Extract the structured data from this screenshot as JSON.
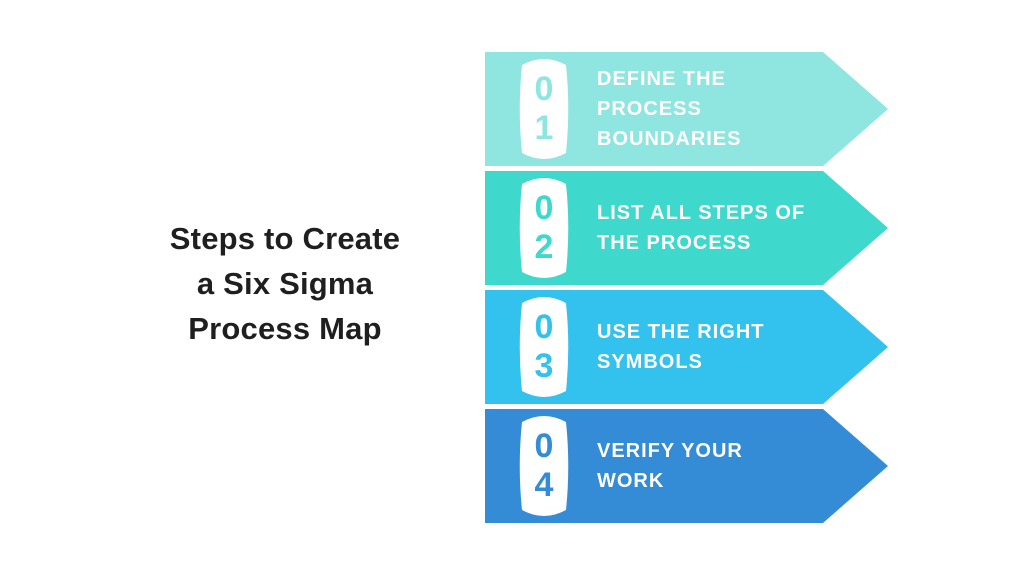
{
  "colors": {
    "background": "#FFFFFF",
    "title_text": "#1F1F1F",
    "step_label_text": "#FFFFFF",
    "pill_fill": "#FFFFFF"
  },
  "title": {
    "text": "Steps to Create a Six Sigma Process Map",
    "lines": [
      "Steps to Create",
      "a Six Sigma",
      "Process Map"
    ]
  },
  "steps": [
    {
      "number": "01",
      "digits": [
        "0",
        "1"
      ],
      "label": "DEFINE THE PROCESS BOUNDARIES",
      "lines": [
        "DEFINE THE",
        "PROCESS",
        "BOUNDARIES"
      ],
      "color": "#8FE5DF"
    },
    {
      "number": "02",
      "digits": [
        "0",
        "2"
      ],
      "label": "LIST ALL STEPS OF THE PROCESS",
      "lines": [
        "LIST ALL STEPS OF",
        "THE PROCESS"
      ],
      "color": "#3ED9CC"
    },
    {
      "number": "03",
      "digits": [
        "0",
        "3"
      ],
      "label": "USE THE RIGHT SYMBOLS",
      "lines": [
        "USE THE RIGHT",
        "SYMBOLS"
      ],
      "color": "#33C1EE"
    },
    {
      "number": "04",
      "digits": [
        "0",
        "4"
      ],
      "label": "VERIFY YOUR WORK",
      "lines": [
        "VERIFY YOUR",
        "WORK"
      ],
      "color": "#338CD5"
    }
  ]
}
